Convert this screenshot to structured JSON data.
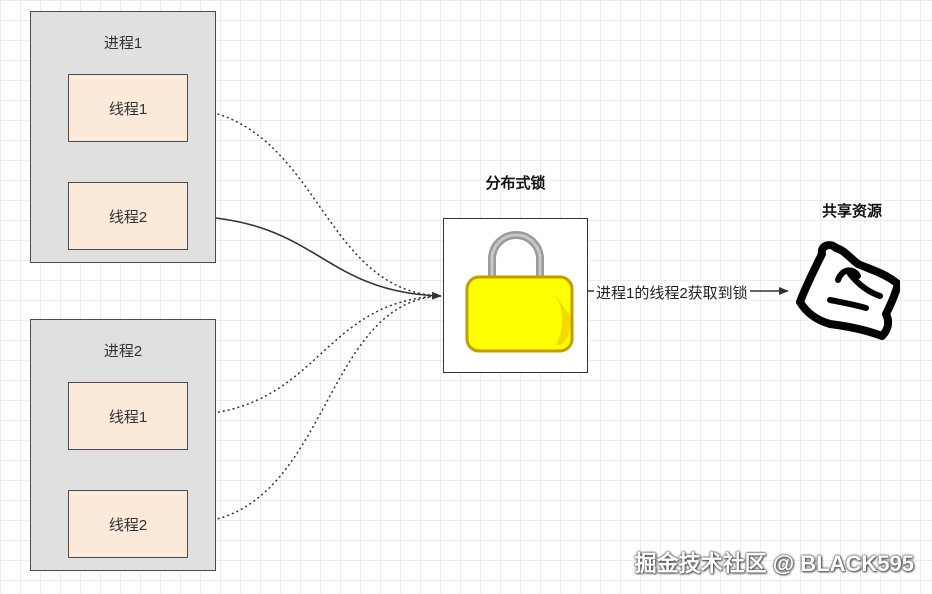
{
  "processes": [
    {
      "title": "进程1",
      "threads": [
        {
          "label": "线程1"
        },
        {
          "label": "线程2"
        }
      ]
    },
    {
      "title": "进程2",
      "threads": [
        {
          "label": "线程1"
        },
        {
          "label": "线程2"
        }
      ]
    }
  ],
  "lock": {
    "title": "分布式锁",
    "icon": "padlock-icon"
  },
  "resource": {
    "title": "共享资源",
    "icon": "scroll-icon"
  },
  "edge_label": "进程1的线程2获取到锁",
  "watermark": "掘金技术社区 @ BLACK595",
  "colors": {
    "process_fill": "#e0e0e0",
    "thread_fill": "#fbe9da",
    "lock_body": "#ffff00",
    "lock_shackle": "#9a9a9a"
  }
}
